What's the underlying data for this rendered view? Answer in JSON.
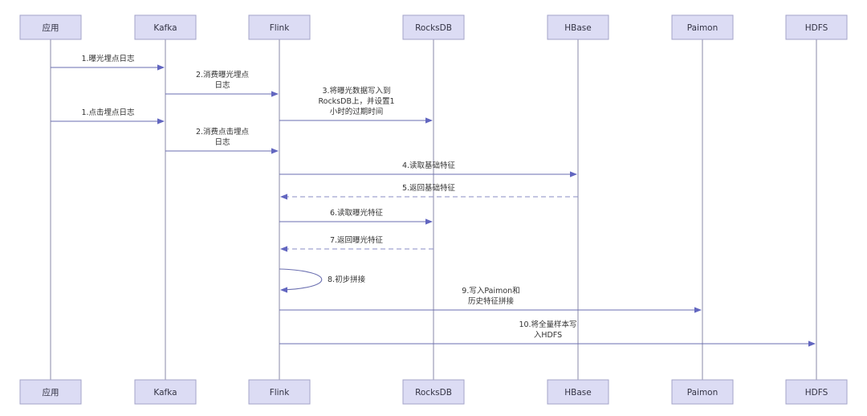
{
  "diagram_type": "sequence",
  "participants": [
    {
      "id": "app",
      "label": "应用"
    },
    {
      "id": "kafka",
      "label": "Kafka"
    },
    {
      "id": "flink",
      "label": "Flink"
    },
    {
      "id": "rocksdb",
      "label": "RocksDB"
    },
    {
      "id": "hbase",
      "label": "HBase"
    },
    {
      "id": "paimon",
      "label": "Paimon"
    },
    {
      "id": "hdfs",
      "label": "HDFS"
    }
  ],
  "messages": [
    {
      "from": "app",
      "to": "kafka",
      "style": "solid",
      "lines": [
        "1.曝光埋点日志"
      ]
    },
    {
      "from": "kafka",
      "to": "flink",
      "style": "solid",
      "lines": [
        "2.消费曝光埋点",
        "日志"
      ]
    },
    {
      "from": "flink",
      "to": "rocksdb",
      "style": "solid",
      "lines": [
        "3.将曝光数据写入到",
        "RocksDB上，并设置1",
        "小时的过期时间"
      ]
    },
    {
      "from": "app",
      "to": "kafka",
      "style": "solid",
      "lines": [
        "1.点击埋点日志"
      ]
    },
    {
      "from": "kafka",
      "to": "flink",
      "style": "solid",
      "lines": [
        "2.消费点击埋点",
        "日志"
      ]
    },
    {
      "from": "flink",
      "to": "hbase",
      "style": "solid",
      "lines": [
        "4.读取基础特征"
      ]
    },
    {
      "from": "hbase",
      "to": "flink",
      "style": "dashed",
      "lines": [
        "5.返回基础特征"
      ]
    },
    {
      "from": "flink",
      "to": "rocksdb",
      "style": "solid",
      "lines": [
        "6.读取曝光特征"
      ]
    },
    {
      "from": "rocksdb",
      "to": "flink",
      "style": "dashed",
      "lines": [
        "7.返回曝光特征"
      ]
    },
    {
      "from": "flink",
      "to": "flink",
      "style": "self",
      "lines": [
        "8.初步拼接"
      ]
    },
    {
      "from": "flink",
      "to": "paimon",
      "style": "solid",
      "lines": [
        "9.写入Paimon和",
        "历史特征拼接"
      ]
    },
    {
      "from": "flink",
      "to": "hdfs",
      "style": "solid",
      "lines": [
        "10.将全量样本写",
        "入HDFS"
      ]
    }
  ],
  "colors": {
    "box_fill": "#dcdcf4",
    "box_border": "#a3a3c8",
    "lifeline": "#8a8aa8",
    "arrow": "#6266c0"
  }
}
